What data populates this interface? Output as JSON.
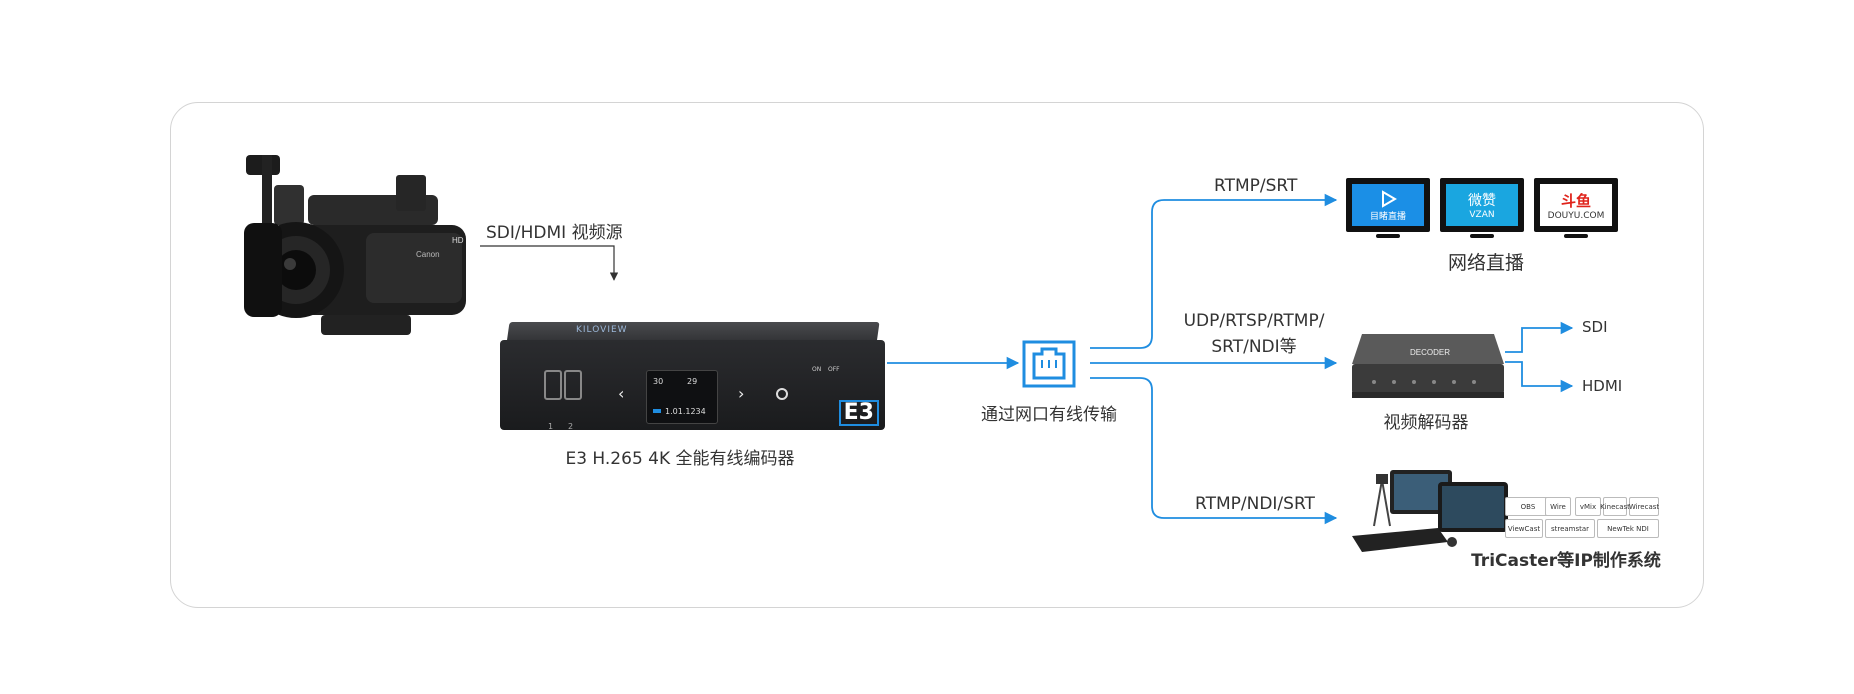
{
  "labels": {
    "source": "SDI/HDMI  视频源",
    "encoder": "E3 H.265 4K 全能有线编码器",
    "network": "通过网口有线传输",
    "rtmp_srt": "RTMP/SRT",
    "udp_line1": "UDP/RTSP/RTMP/",
    "udp_line2": "SRT/NDI等",
    "rtmp_ndi_srt": "RTMP/NDI/SRT",
    "live": "网络直播",
    "decoder": "视频解码器",
    "sdi": "SDI",
    "hdmi": "HDMI",
    "production": "TriCaster等IP制作系统"
  },
  "encoder_panel": {
    "brand": "KILOVIEW",
    "usb1": "1",
    "usb2": "2",
    "temp_left": "30",
    "temp_right": "29",
    "ip": "1.01.1234",
    "model": "E3",
    "switch_on": "ON",
    "switch_off": "OFF"
  },
  "platforms": [
    {
      "name": "目睹直播",
      "color": "#1b8fe6"
    },
    {
      "name": "VZAN",
      "color": "#1aa6e0"
    },
    {
      "name": "DOUYU.COM",
      "color": "#ffffff"
    }
  ],
  "decoder_panel": {
    "brand": "DECODER"
  },
  "production_logos": [
    "OBS",
    "Wire",
    "vMix",
    "Kinecast",
    "Wirecast",
    "ViewCast",
    "streamstar",
    "NewTek NDI"
  ],
  "colors": {
    "accent": "#1f8de0",
    "text": "#333333",
    "frame_border": "#d4d4d4"
  }
}
